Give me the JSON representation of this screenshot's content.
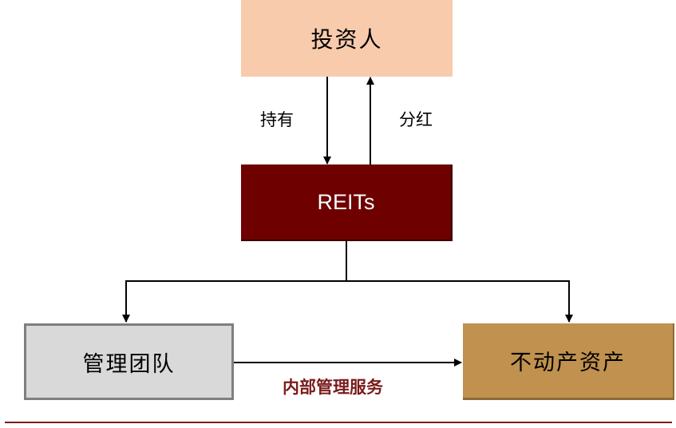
{
  "nodes": {
    "investor": "投资人",
    "reits": "REITs",
    "management_team": "管理团队",
    "real_estate_assets": "不动产资产"
  },
  "edge_labels": {
    "hold": "持有",
    "dividend": "分红",
    "internal_management_service": "内部管理服务"
  },
  "colors": {
    "investor_fill": "#f8cbad",
    "reits_fill": "#6e0000",
    "team_fill": "#d9d9d9",
    "asset_fill": "#c0914f",
    "service_label": "#7a1c1c",
    "footer_rule": "#7a1c1c"
  }
}
